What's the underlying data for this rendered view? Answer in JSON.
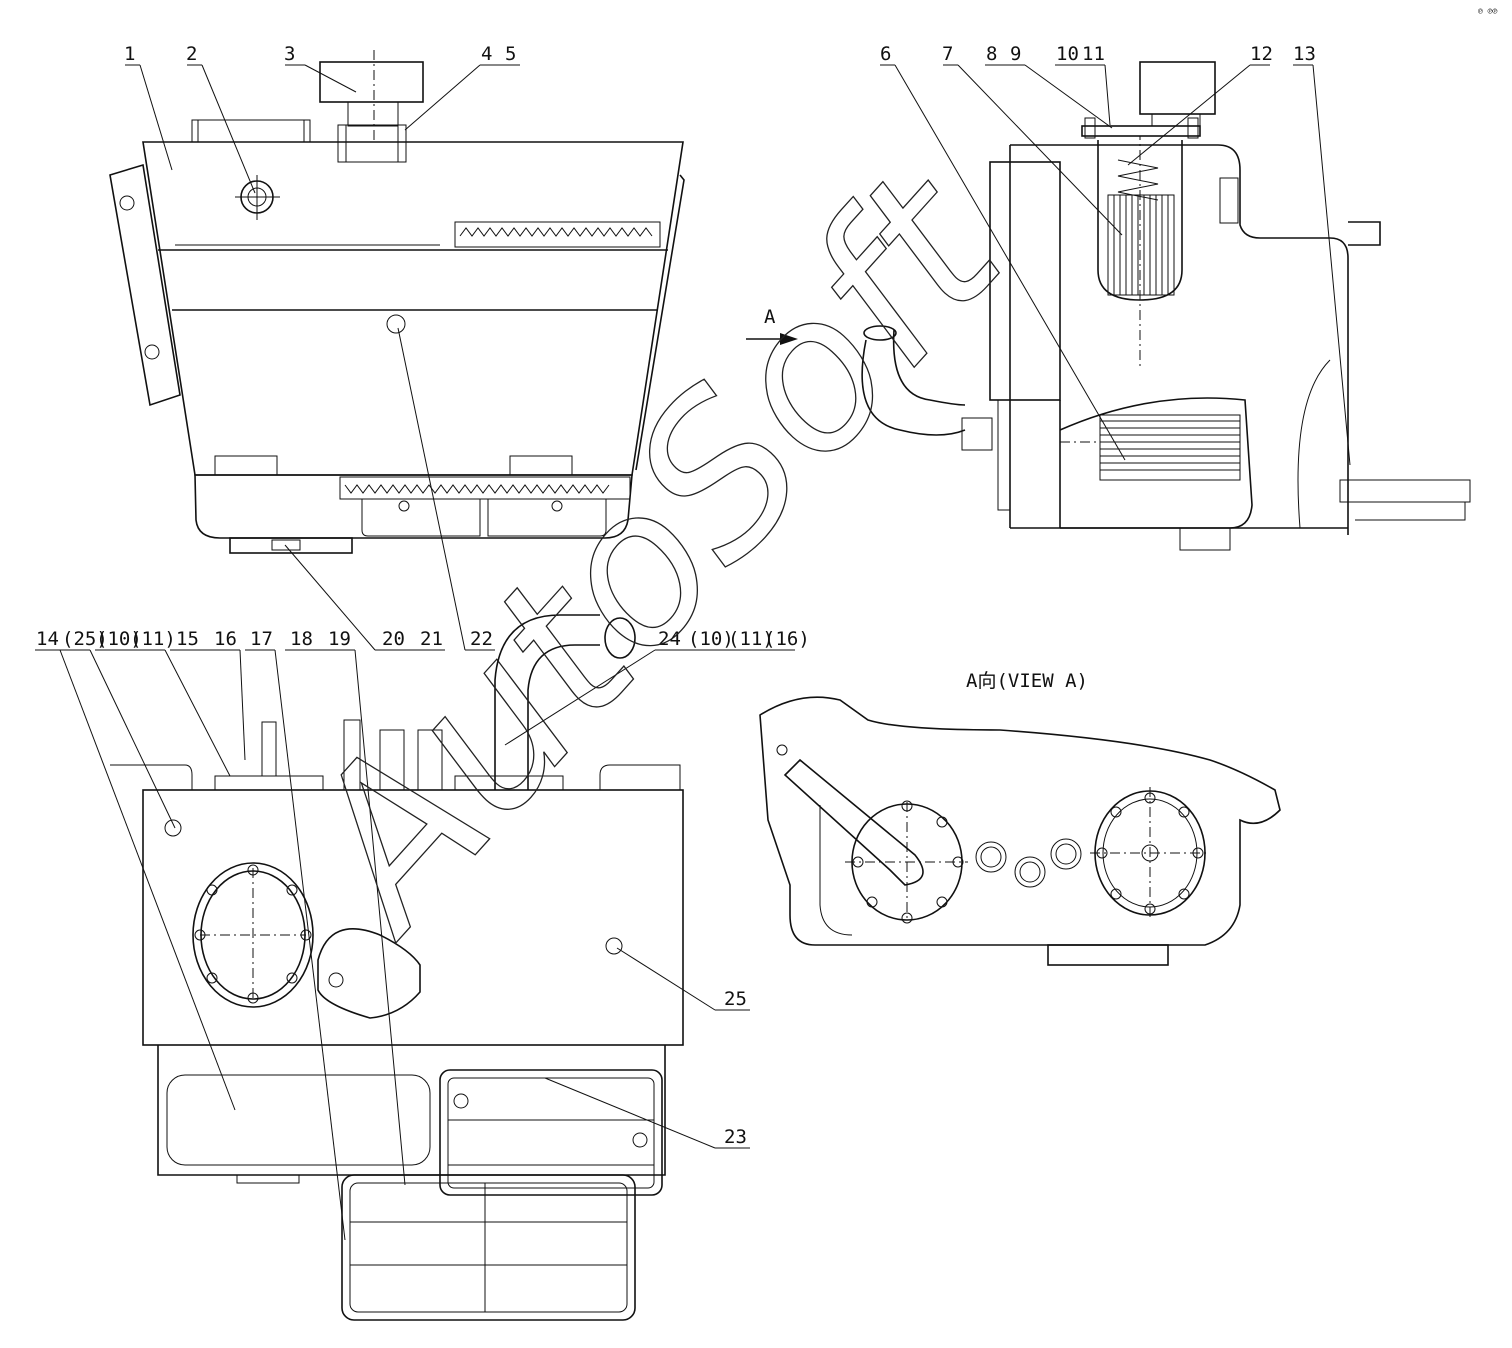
{
  "callouts": {
    "c1": "1",
    "c2": "2",
    "c3": "3",
    "c4": "4",
    "c5": "5",
    "c6": "6",
    "c7": "7",
    "c8": "8",
    "c9": "9",
    "c10": "10",
    "c11": "11",
    "c12": "12",
    "c13": "13",
    "c14": "14",
    "c25p": "(25)",
    "c10p": "(10)",
    "c11p": "(11)",
    "c15": "15",
    "c16": "16",
    "c17": "17",
    "c18": "18",
    "c19": "19",
    "c20": "20",
    "c21": "21",
    "c22": "22",
    "c24": "24",
    "c10p2": "(10)",
    "c11p2": "(11)",
    "c16p": "(16)",
    "c25": "25",
    "c23": "23"
  },
  "arrow_label": "A",
  "view_label": "A向(VIEW A)",
  "watermark": "AutoSoft",
  "corner_mark": "℗ ℗℗"
}
